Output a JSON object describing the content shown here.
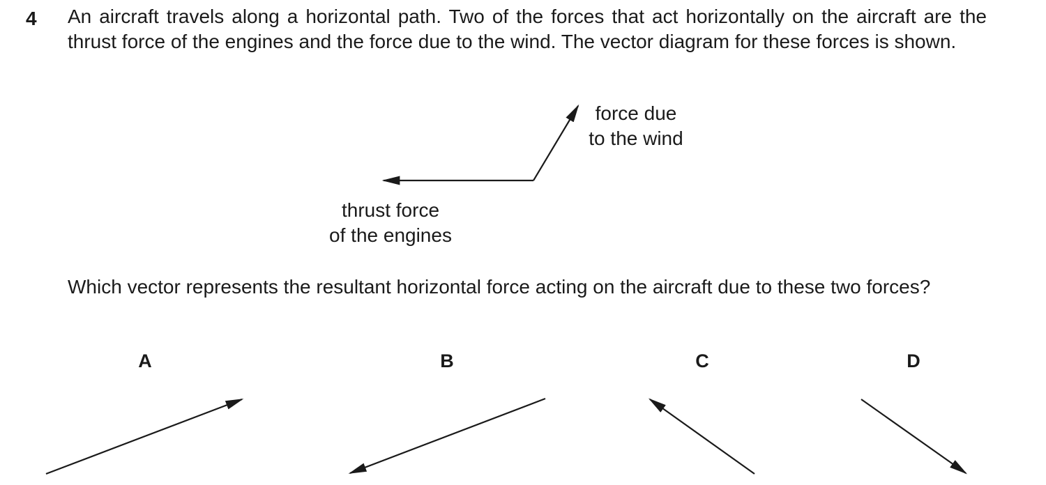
{
  "question": {
    "number": "4",
    "stem": "An aircraft travels along a horizontal path. Two of the forces that act horizontally on the aircraft are the thrust force of the engines and the force due to the wind. The vector diagram for these forces is shown.",
    "prompt": "Which vector represents the resultant horizontal force acting on the aircraft due to these two forces?"
  },
  "diagram": {
    "wind_label_line1": "force due",
    "wind_label_line2": "to the wind",
    "thrust_label_line1": "thrust force",
    "thrust_label_line2": "of the engines"
  },
  "options": [
    {
      "letter": "A"
    },
    {
      "letter": "B"
    },
    {
      "letter": "C"
    },
    {
      "letter": "D"
    }
  ],
  "colors": {
    "ink": "#1a1a1a",
    "background": "#ffffff"
  }
}
